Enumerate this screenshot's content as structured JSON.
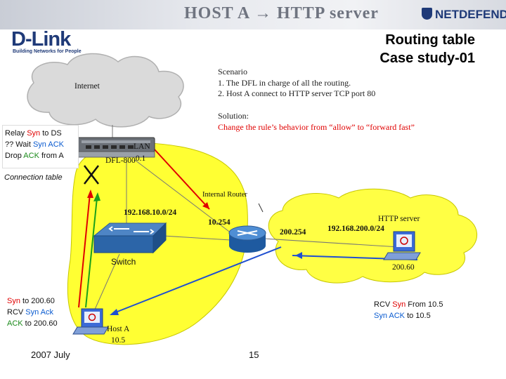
{
  "header": {
    "title": "HOST A → HTTP server",
    "brand_right": "NETDEFEND",
    "logo_text": "D-Link",
    "logo_tagline": "Building Networks for People",
    "heading_line1": "Routing table",
    "heading_line2": "Case study-01"
  },
  "scenario": {
    "title": "Scenario",
    "item1": "1. The DFL in charge of all the routing.",
    "item2": "2. Host A connect to HTTP server TCP port 80",
    "solution_title": "Solution:",
    "solution_text": "Change the rule’s behavior from “allow” to “forward fast”"
  },
  "firewall_box": {
    "line1_prefix": "Relay ",
    "line1_syn": "Syn",
    "line1_suffix": " to DS",
    "line2_prefix": "?? Wait ",
    "line2_synack": "Syn ACK",
    "line3_prefix": "Drop ",
    "line3_ack": "ACK",
    "line3_suffix": " from A",
    "connection_table": "Connection table"
  },
  "network": {
    "internet": "Internet",
    "lan": "LAN",
    "device": "DFL-800",
    "lan_ip": ".0.1",
    "internal_router": "Internal Router",
    "subnet_lan": "192.168.10.0/24",
    "router_lan_ip": "10.254",
    "router_server_ip": "200.254",
    "subnet_server": "192.168.200.0/24",
    "http_server": "HTTP server",
    "server_ip": "200.60",
    "switch": "Switch",
    "host_a": "Host A",
    "host_ip": "10.5"
  },
  "host_notes": {
    "line1_syn": "Syn",
    "line1_suffix": " to 200.60",
    "line2_prefix": "RCV ",
    "line2_synack": "Syn Ack",
    "line3_ack": "ACK",
    "line3_suffix": " to 200.60"
  },
  "server_notes": {
    "line1_prefix": "RCV ",
    "line1_syn": "Syn",
    "line1_suffix": " From 10.5",
    "line2_synack": "Syn ACK",
    "line2_suffix": " to 10.5"
  },
  "footer": {
    "date": "2007 July",
    "page": "15"
  },
  "colors": {
    "red": "#e00000",
    "green": "#1aa01a",
    "blue": "#1f4fd0",
    "lan_zone": "#ffff33",
    "server_zone": "#ffff44",
    "cloud": "#d8d8d8"
  }
}
